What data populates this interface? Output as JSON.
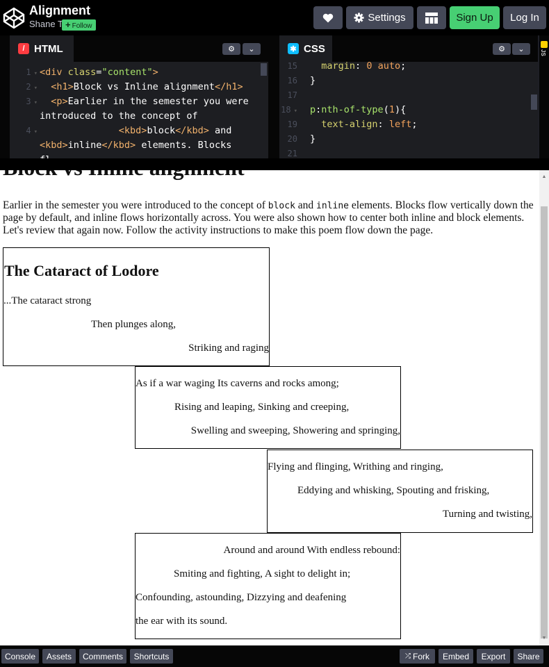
{
  "header": {
    "title": "Alignment",
    "author": "Shane T",
    "follow_label": "Follow",
    "settings_label": "Settings",
    "signup_label": "Sign Up",
    "login_label": "Log In",
    "accent_color": "#47cf73"
  },
  "html_editor": {
    "tab_label": "HTML",
    "line_numbers": [
      "1",
      "2",
      "3",
      "",
      "4",
      ""
    ],
    "lines": [
      "<div class=\"content\">",
      "  <h1>Block vs Inline alignment</h1>",
      "  <p>Earlier in the semester you were",
      "introduced to the concept of",
      "              <kbd>block</kbd> and",
      "<kbd>inline</kbd> elements. Blocks"
    ]
  },
  "css_editor": {
    "tab_label": "CSS",
    "line_numbers": [
      "15",
      "16",
      "17",
      "18",
      "19",
      "20",
      "21"
    ],
    "lines": [
      "  margin: 0 auto;",
      "}",
      "",
      "p:nth-of-type(1){",
      "  text-align: left;",
      "}",
      ""
    ]
  },
  "js_strip_label": "JS",
  "preview": {
    "heading": "Block vs Inline alignment",
    "intro_before_block": "Earlier in the semester you were introduced to the concept of ",
    "intro_kbd_block": "block",
    "intro_and": " and ",
    "intro_kbd_inline": "inline",
    "intro_after": " elements. Blocks flow vertically down the page by default, and inline flows horizontally across. You were also shown how to center both inline and block elements. Let's review that again now. Follow the activity instructions to make this poem flow down the page.",
    "poem_title": "The Cataract of Lodore",
    "stanza1": [
      "...The cataract strong",
      "Then plunges along,",
      "Striking and raging"
    ],
    "stanza2": [
      "As if a war waging Its caverns and rocks among;",
      "Rising and leaping, Sinking and creeping,",
      "Swelling and sweeping, Showering and springing,"
    ],
    "stanza3": [
      "Flying and flinging, Writhing and ringing,",
      "Eddying and whisking, Spouting and frisking,",
      "Turning and twisting,"
    ],
    "stanza4": [
      "Around and around With endless rebound:",
      "Smiting and fighting, A sight to delight in;",
      "Confounding, astounding, Dizzying and deafening",
      "the ear with its sound."
    ]
  },
  "footer": {
    "console": "Console",
    "assets": "Assets",
    "comments": "Comments",
    "shortcuts": "Shortcuts",
    "fork": "Fork",
    "embed": "Embed",
    "export": "Export",
    "share": "Share"
  }
}
